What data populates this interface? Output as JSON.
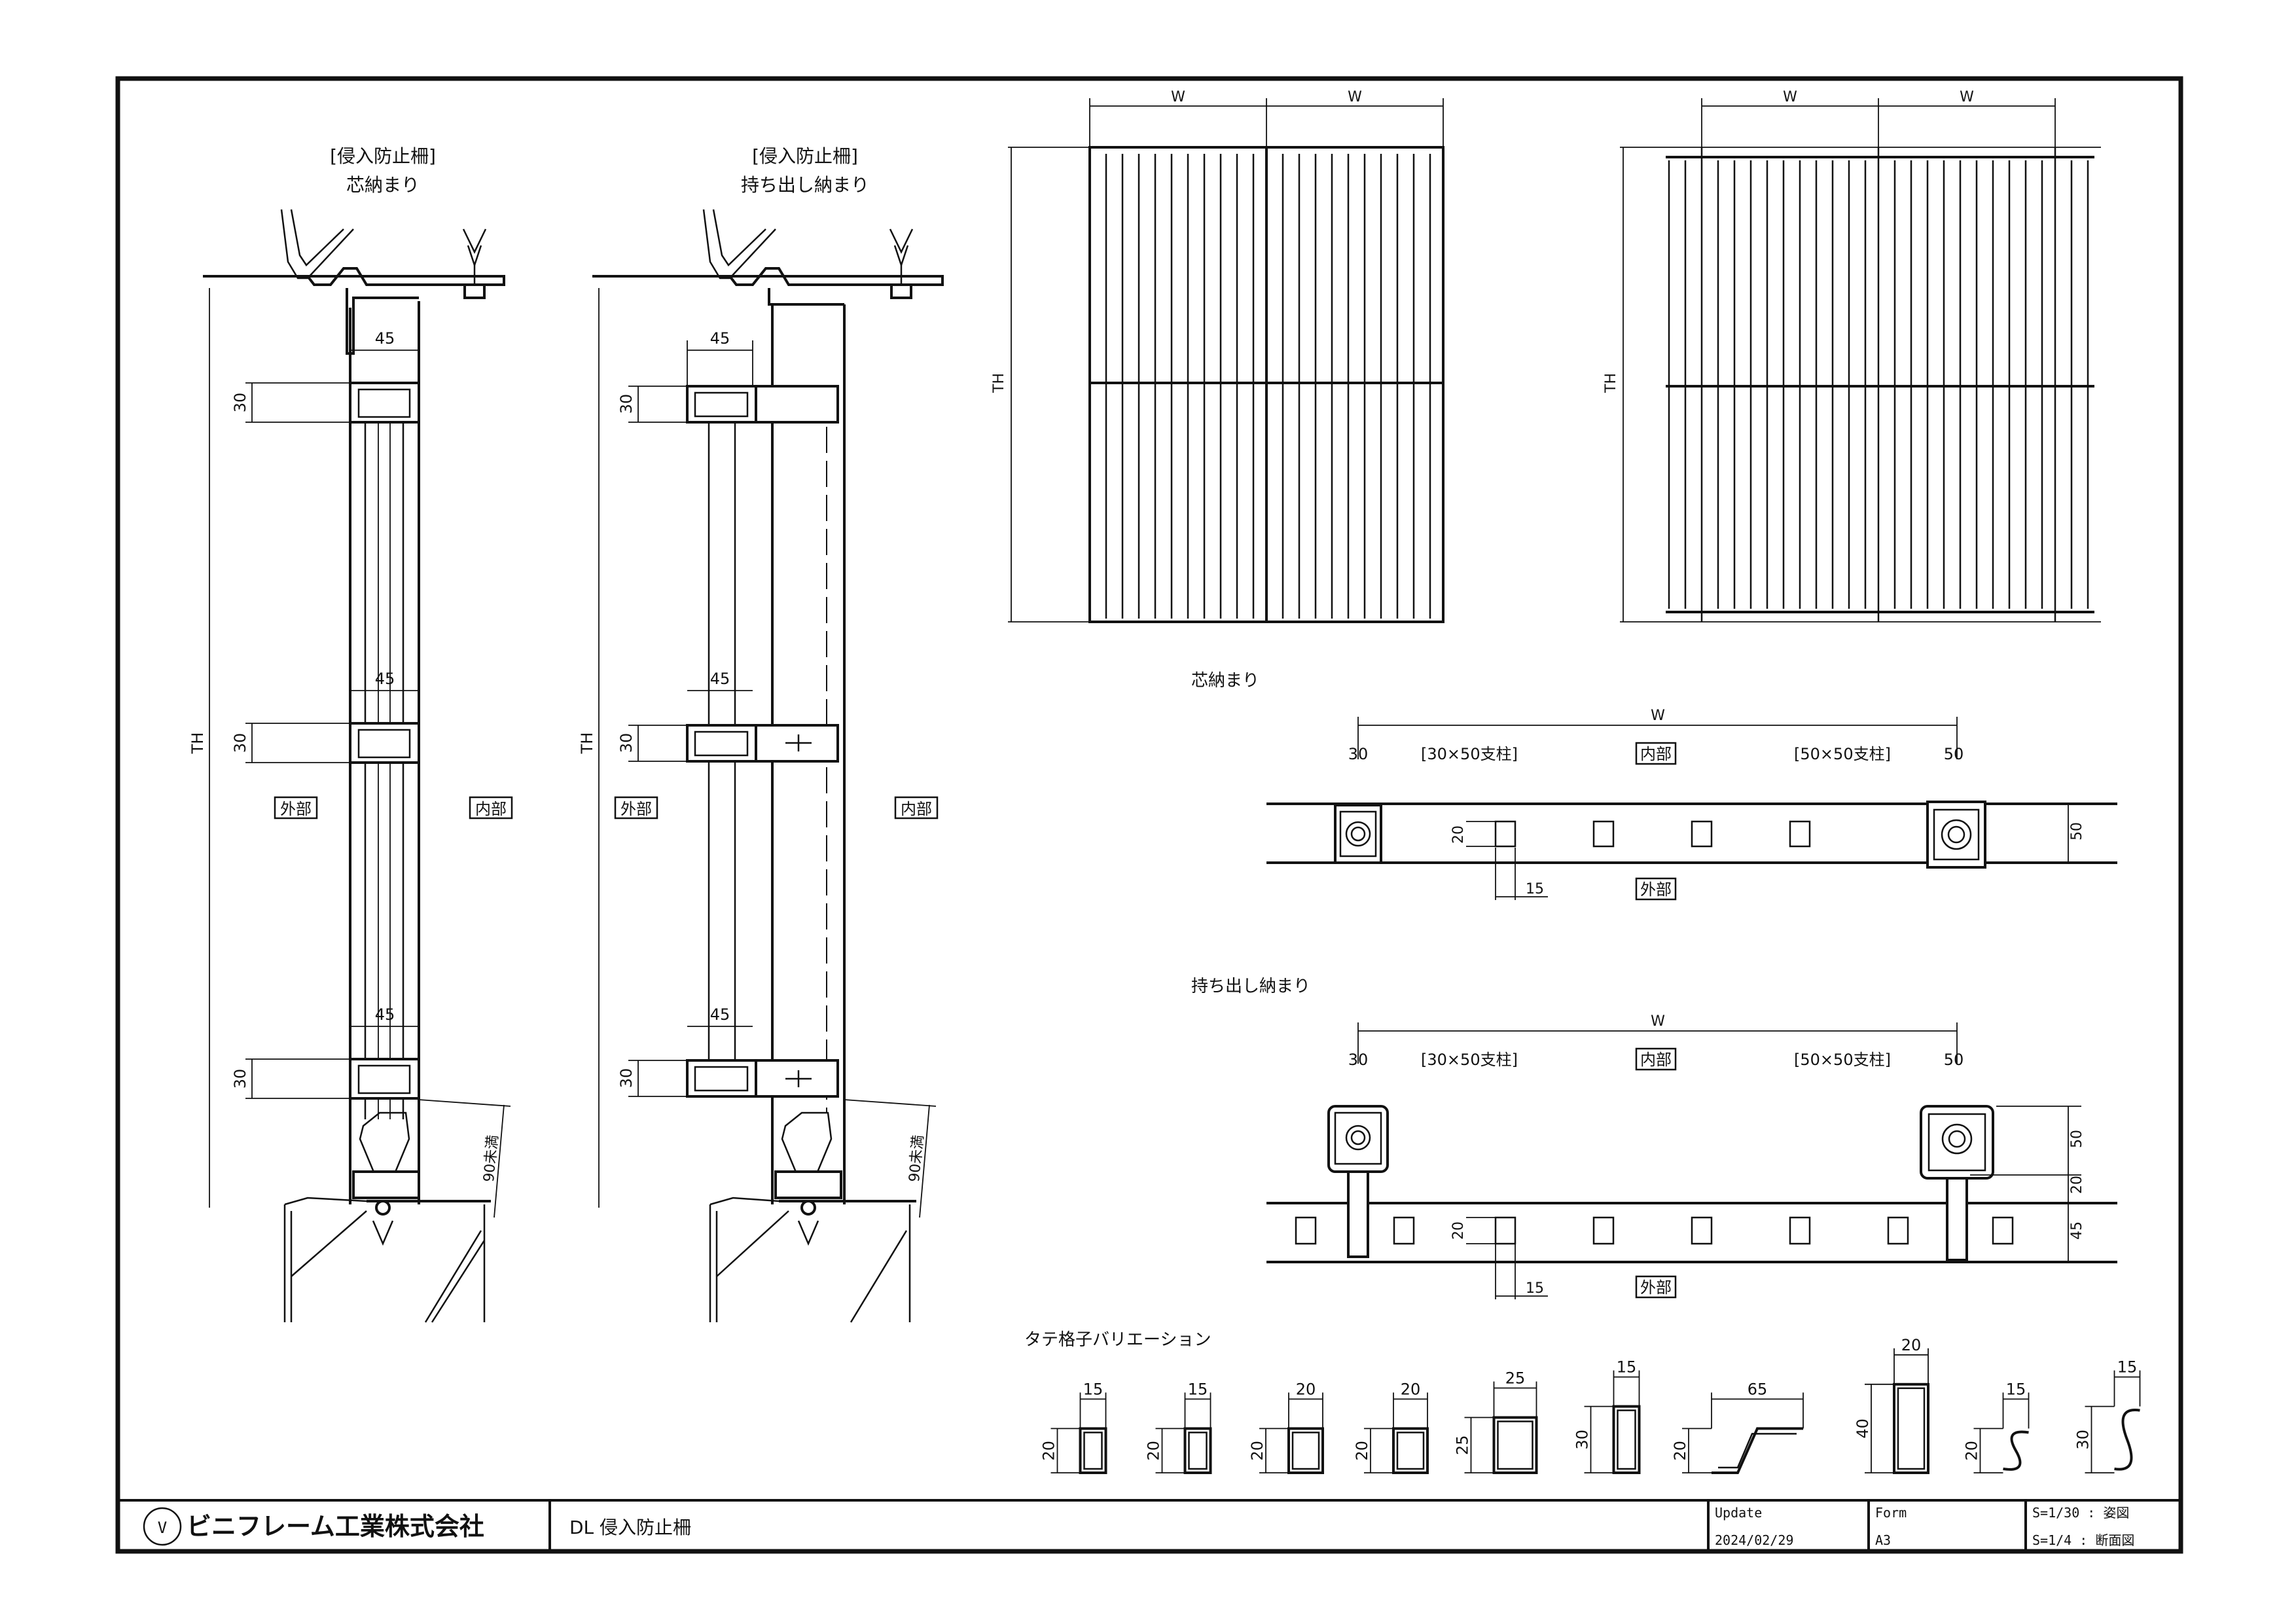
{
  "sections": {
    "core": {
      "title1": "[侵入防止柵]",
      "title2": "芯納まり"
    },
    "offset": {
      "title1": "[侵入防止柵]",
      "title2": "持ち出し納まり"
    }
  },
  "labels": {
    "outside": "外部",
    "inside": "内部",
    "TH": "TH",
    "W": "W",
    "dim45": "45",
    "dim30": "30",
    "dim90": "90未満",
    "dim50": "50",
    "dim20": "20",
    "dim15": "15",
    "post30x50": "[30×50支柱]",
    "post50x50": "[50×50支柱]"
  },
  "plans": {
    "core_title": "芯納まり",
    "offset_title": "持ち出し納まり"
  },
  "variations": {
    "title": "タテ格子バリエーション",
    "items": [
      {
        "w": "15",
        "h": "20"
      },
      {
        "w": "15",
        "h": "20"
      },
      {
        "w": "20",
        "h": "20"
      },
      {
        "w": "20",
        "h": "20"
      },
      {
        "w": "25",
        "h": "25"
      },
      {
        "w": "15",
        "h": "30"
      },
      {
        "w": "65",
        "h": "20"
      },
      {
        "w": "20",
        "h": "40"
      },
      {
        "w": "15",
        "h": "20"
      },
      {
        "w": "15",
        "h": "30"
      }
    ]
  },
  "title_block": {
    "company": "ビニフレーム工業株式会社",
    "drawing_title": "DL 侵入防止柵",
    "update_label": "Update",
    "update_date": "2024/02/29",
    "form_label": "Form",
    "form_value": "A3",
    "scale1": "S=1/30 : 姿図",
    "scale2": "S=1/4 : 断面図"
  }
}
